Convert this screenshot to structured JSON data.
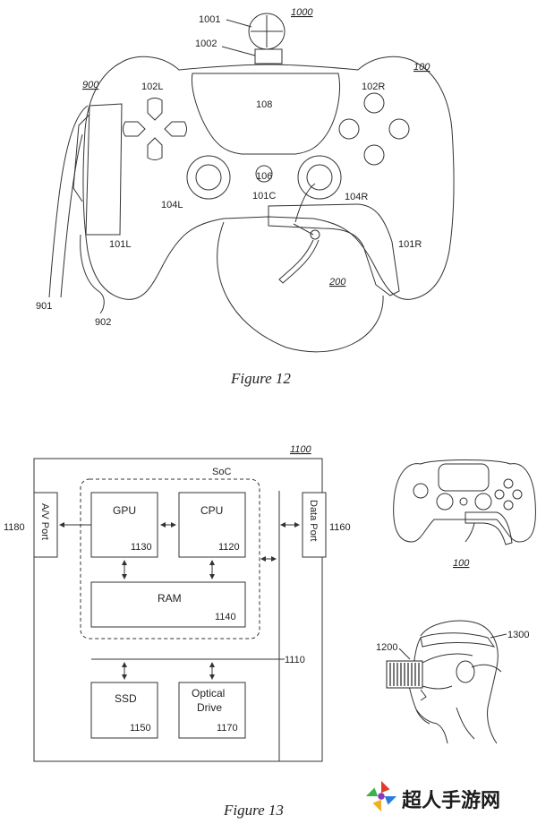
{
  "figure12": {
    "caption": "Figure 12",
    "labels": {
      "l1001": "1001",
      "l1000": "1000",
      "l1002": "1002",
      "l100": "100",
      "l900": "900",
      "l102L": "102L",
      "l102R": "102R",
      "l108": "108",
      "l106": "106",
      "l101C": "101C",
      "l104L": "104L",
      "l104R": "104R",
      "l101L": "101L",
      "l101R": "101R",
      "l200": "200",
      "l901": "901",
      "l902": "902"
    }
  },
  "figure13": {
    "caption": "Figure 13",
    "system_label": "1100",
    "soc_label": "SoC",
    "av_port": "A/V Port",
    "av_port_ref": "1180",
    "data_port": "Data Port",
    "data_port_ref": "1160",
    "gpu": "GPU",
    "gpu_ref": "1130",
    "cpu": "CPU",
    "cpu_ref": "1120",
    "ram": "RAM",
    "ram_ref": "1140",
    "bus_ref": "1110",
    "ssd": "SSD",
    "ssd_ref": "1150",
    "optical_line1": "Optical",
    "optical_line2": "Drive",
    "optical_ref": "1170",
    "controller_ref": "100",
    "hmd_ref": "1200",
    "head_ref": "1300"
  },
  "watermark": {
    "text": "超人手游网"
  }
}
